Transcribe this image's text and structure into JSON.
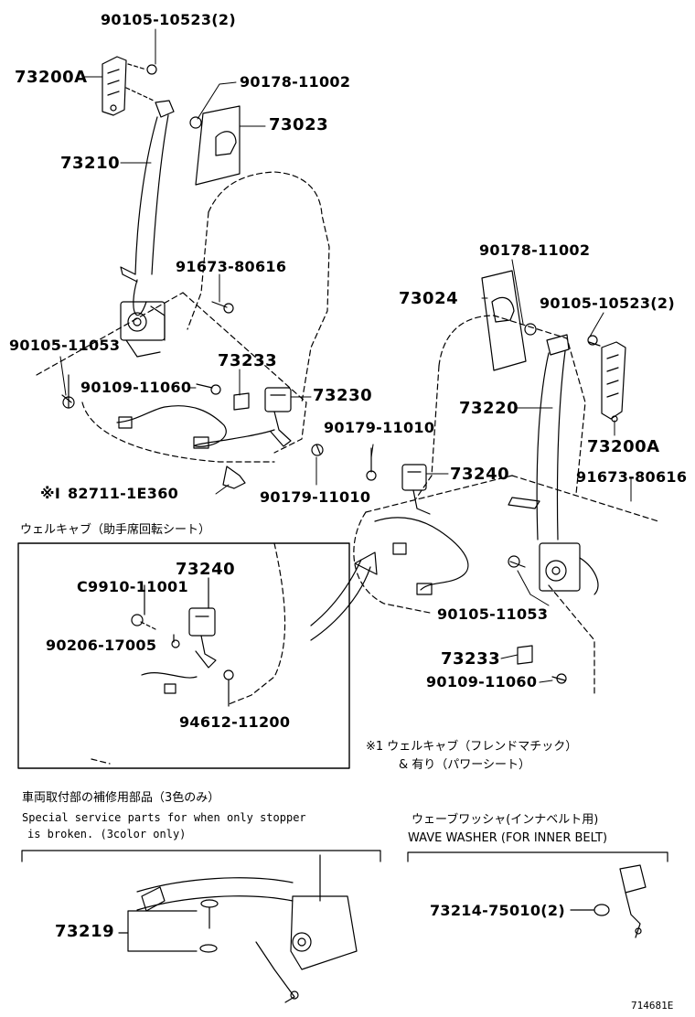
{
  "diagram_id": "714681E",
  "parts": {
    "p1": "90105-10523(2)",
    "p2": "73200A",
    "p3": "90178-11002",
    "p4": "73023",
    "p5": "73210",
    "p6": "91673-80616",
    "p7": "90105-11053",
    "p8": "73233",
    "p9": "90109-11060",
    "p10": "73230",
    "p11": "82711-1E360",
    "p12": "90179-11010",
    "p13": "90178-11002",
    "p14": "73024",
    "p15": "90105-10523(2)",
    "p16": "73220",
    "p17": "73200A",
    "p18": "91673-80616",
    "p19": "90179-11010",
    "p20": "73240",
    "p21": "90105-11053",
    "p22": "73233",
    "p23": "90109-11060",
    "p24": "73240",
    "p25": "C9910-11001",
    "p26": "90206-17005",
    "p27": "94612-11200",
    "p28": "73219",
    "p29": "73214-75010(2)"
  },
  "notes": {
    "note_marker": "※I",
    "inset_title": "ウェルキャブ（助手席回転シート）",
    "footnote_line1": "※1 ウェルキャブ（フレンドマチック）",
    "footnote_line2": "& 有り（パワーシート）",
    "service_jp": "車両取付部の補修用部品（3色のみ）",
    "service_en1": "Special service parts for when only stopper",
    "service_en2": "is broken. (3color only)",
    "washer_jp": "ウェーブワッシャ(インナベルト用)",
    "washer_en": "WAVE WASHER (FOR INNER BELT)"
  }
}
